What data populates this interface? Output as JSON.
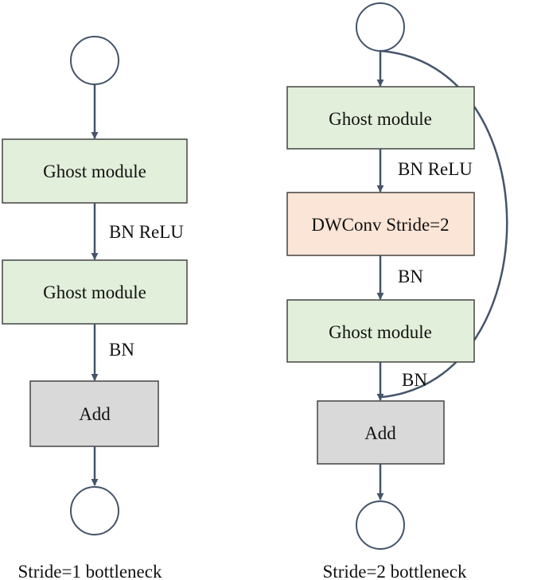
{
  "colors": {
    "ghost_fill": "#e2efda",
    "dwconv_fill": "#fbe5d6",
    "add_fill": "#d9d9d9",
    "box_stroke": "#444444",
    "edge": "#44546a",
    "circle_stroke": "#44546a"
  },
  "left": {
    "ghost1": "Ghost module",
    "edge1": "BN ReLU",
    "ghost2": "Ghost module",
    "edge2": "BN",
    "add": "Add",
    "caption": "Stride=1 bottleneck"
  },
  "right": {
    "ghost1": "Ghost module",
    "edge1": "BN ReLU",
    "dwconv": "DWConv Stride=2",
    "edge2": "BN",
    "ghost2": "Ghost module",
    "edge3": "BN",
    "add": "Add",
    "caption": "Stride=2 bottleneck"
  }
}
